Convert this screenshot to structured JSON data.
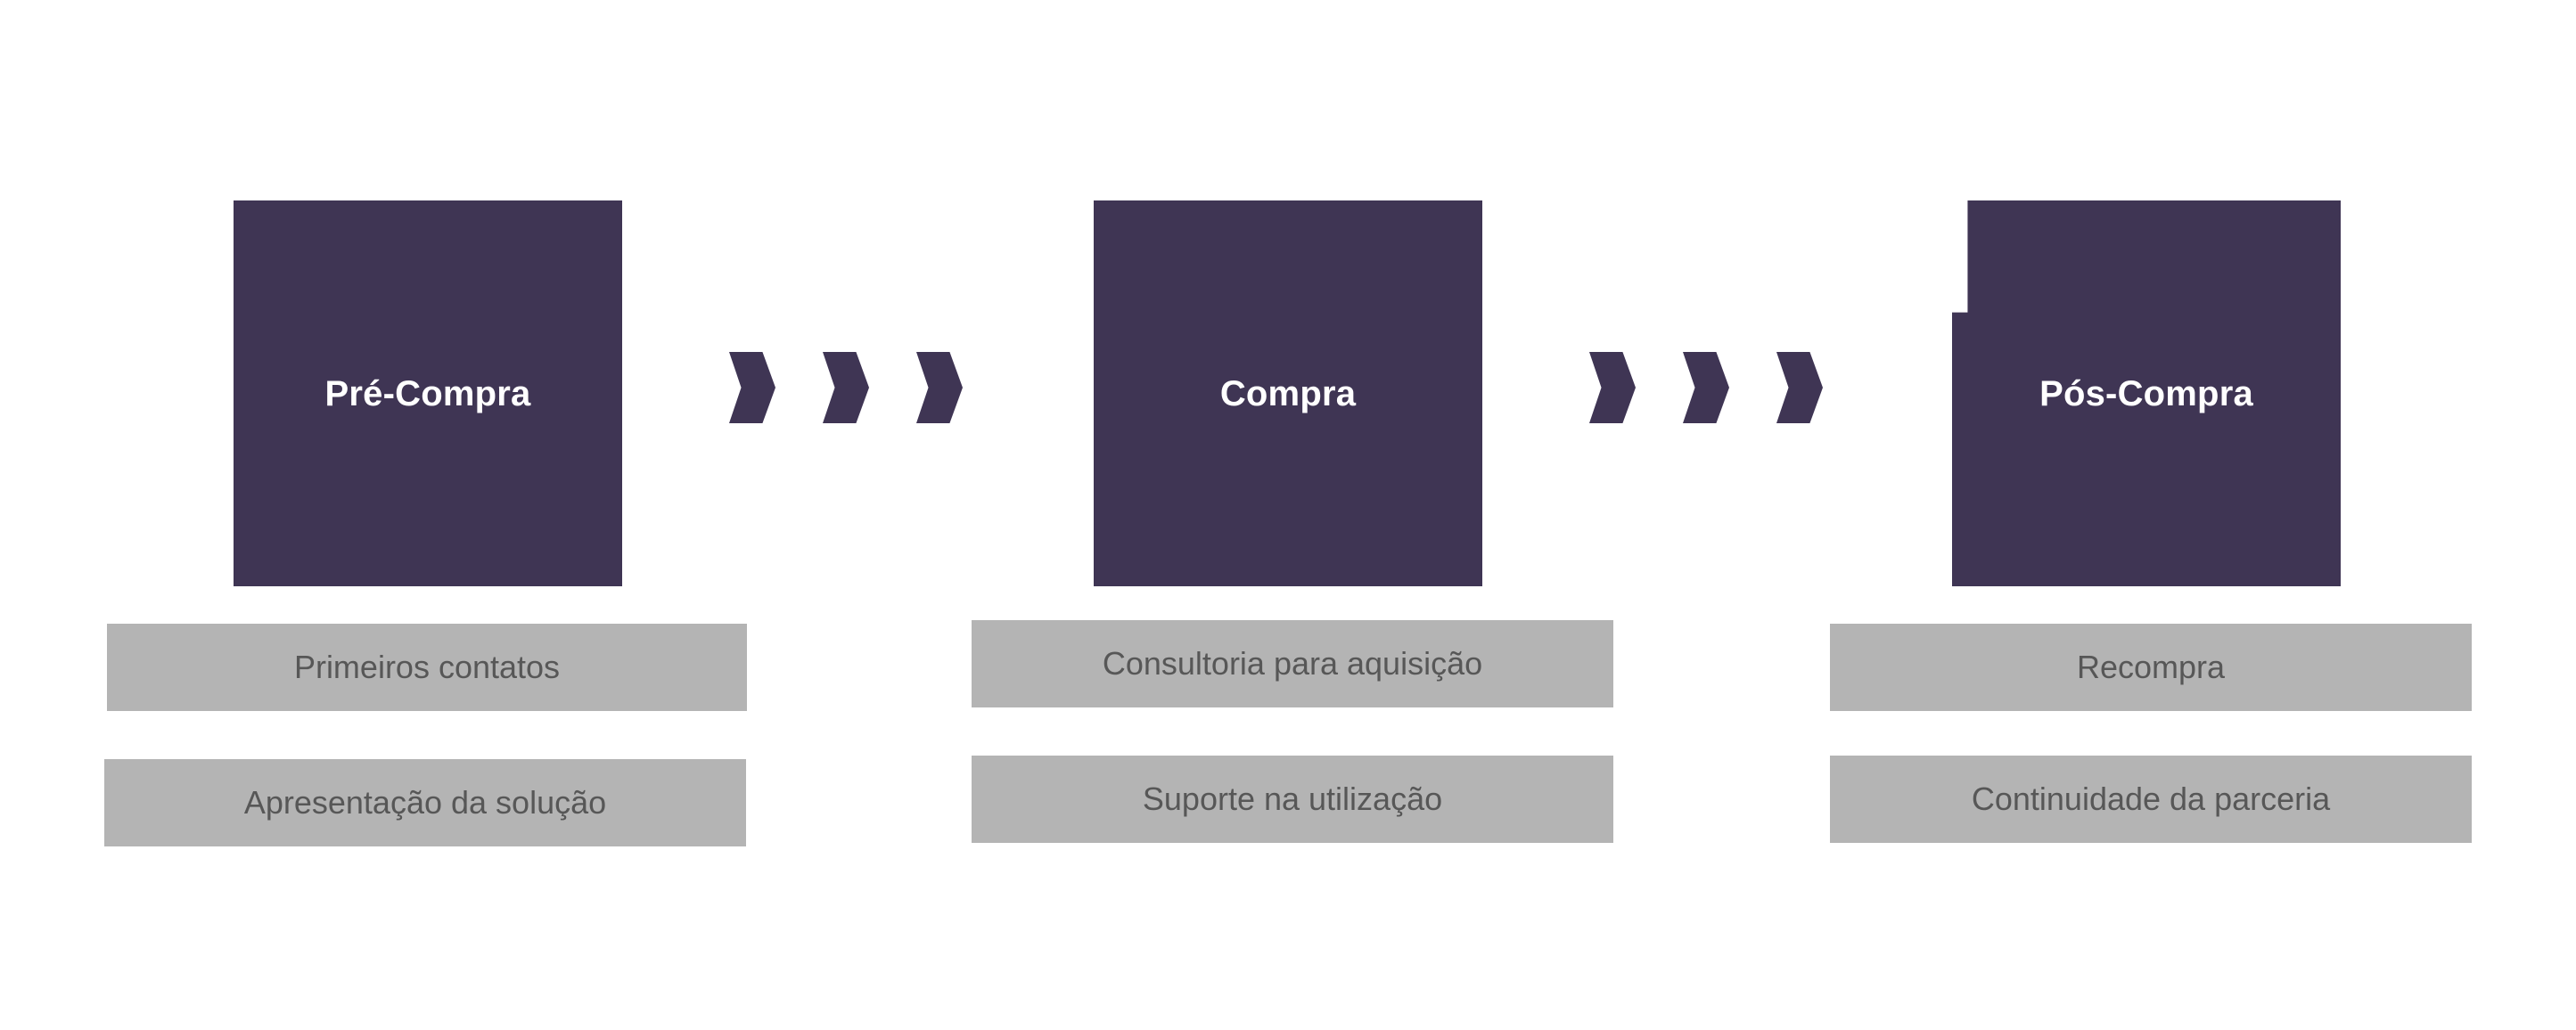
{
  "diagram": {
    "kind": "customer-journey-process-flow",
    "background_color": "#FFFFFF",
    "stage_color": "#3F3554",
    "stage_text_color": "#FFFFFF",
    "caption_color": "#B4B4B4",
    "caption_text_color": "#575757"
  },
  "stages": [
    {
      "label": "Pré-Compra",
      "captions": [
        "Primeiros contatos",
        "Apresentação da solução"
      ]
    },
    {
      "label": "Compra",
      "captions": [
        "Consultoria para aquisição",
        "Suporte na utilização"
      ]
    },
    {
      "label": "Pós-Compra",
      "captions": [
        "Recompra",
        "Continuidade da parceria"
      ]
    }
  ],
  "connectors": [
    {
      "icon": "chevron-right-icon",
      "count": 3
    },
    {
      "icon": "chevron-right-icon",
      "count": 3
    }
  ]
}
